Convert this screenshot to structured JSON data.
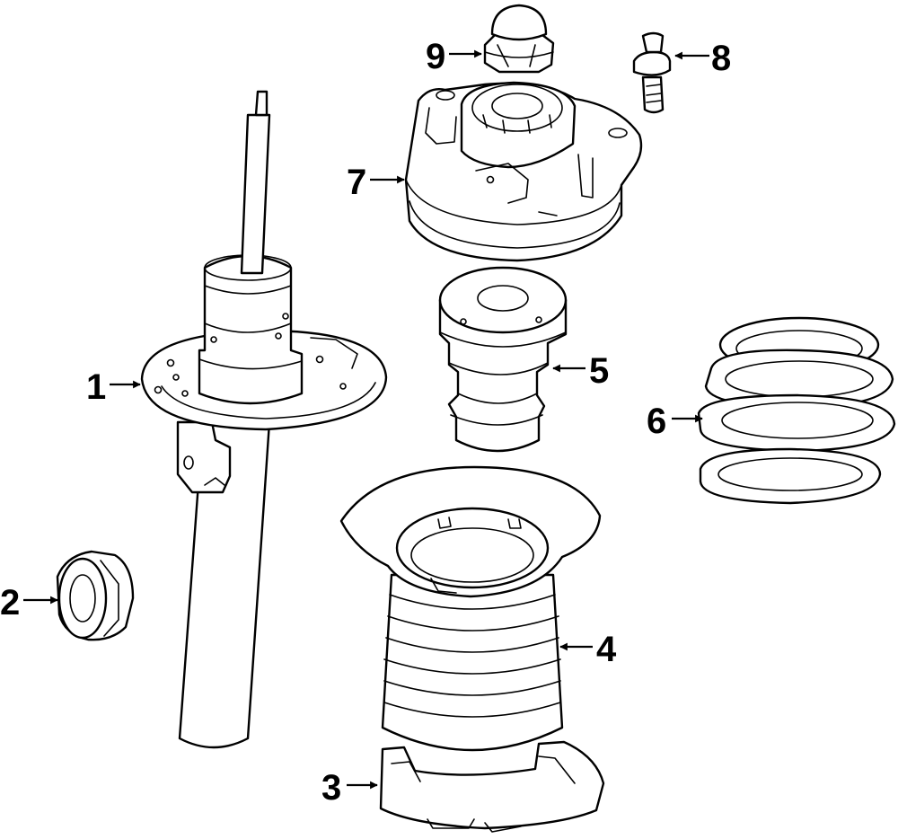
{
  "colors": {
    "line": "#000000",
    "background": "#ffffff"
  },
  "callouts": [
    {
      "id": "1",
      "label": "1"
    },
    {
      "id": "2",
      "label": "2"
    },
    {
      "id": "3",
      "label": "3"
    },
    {
      "id": "4",
      "label": "4"
    },
    {
      "id": "5",
      "label": "5"
    },
    {
      "id": "6",
      "label": "6"
    },
    {
      "id": "7",
      "label": "7"
    },
    {
      "id": "8",
      "label": "8"
    },
    {
      "id": "9",
      "label": "9"
    }
  ]
}
